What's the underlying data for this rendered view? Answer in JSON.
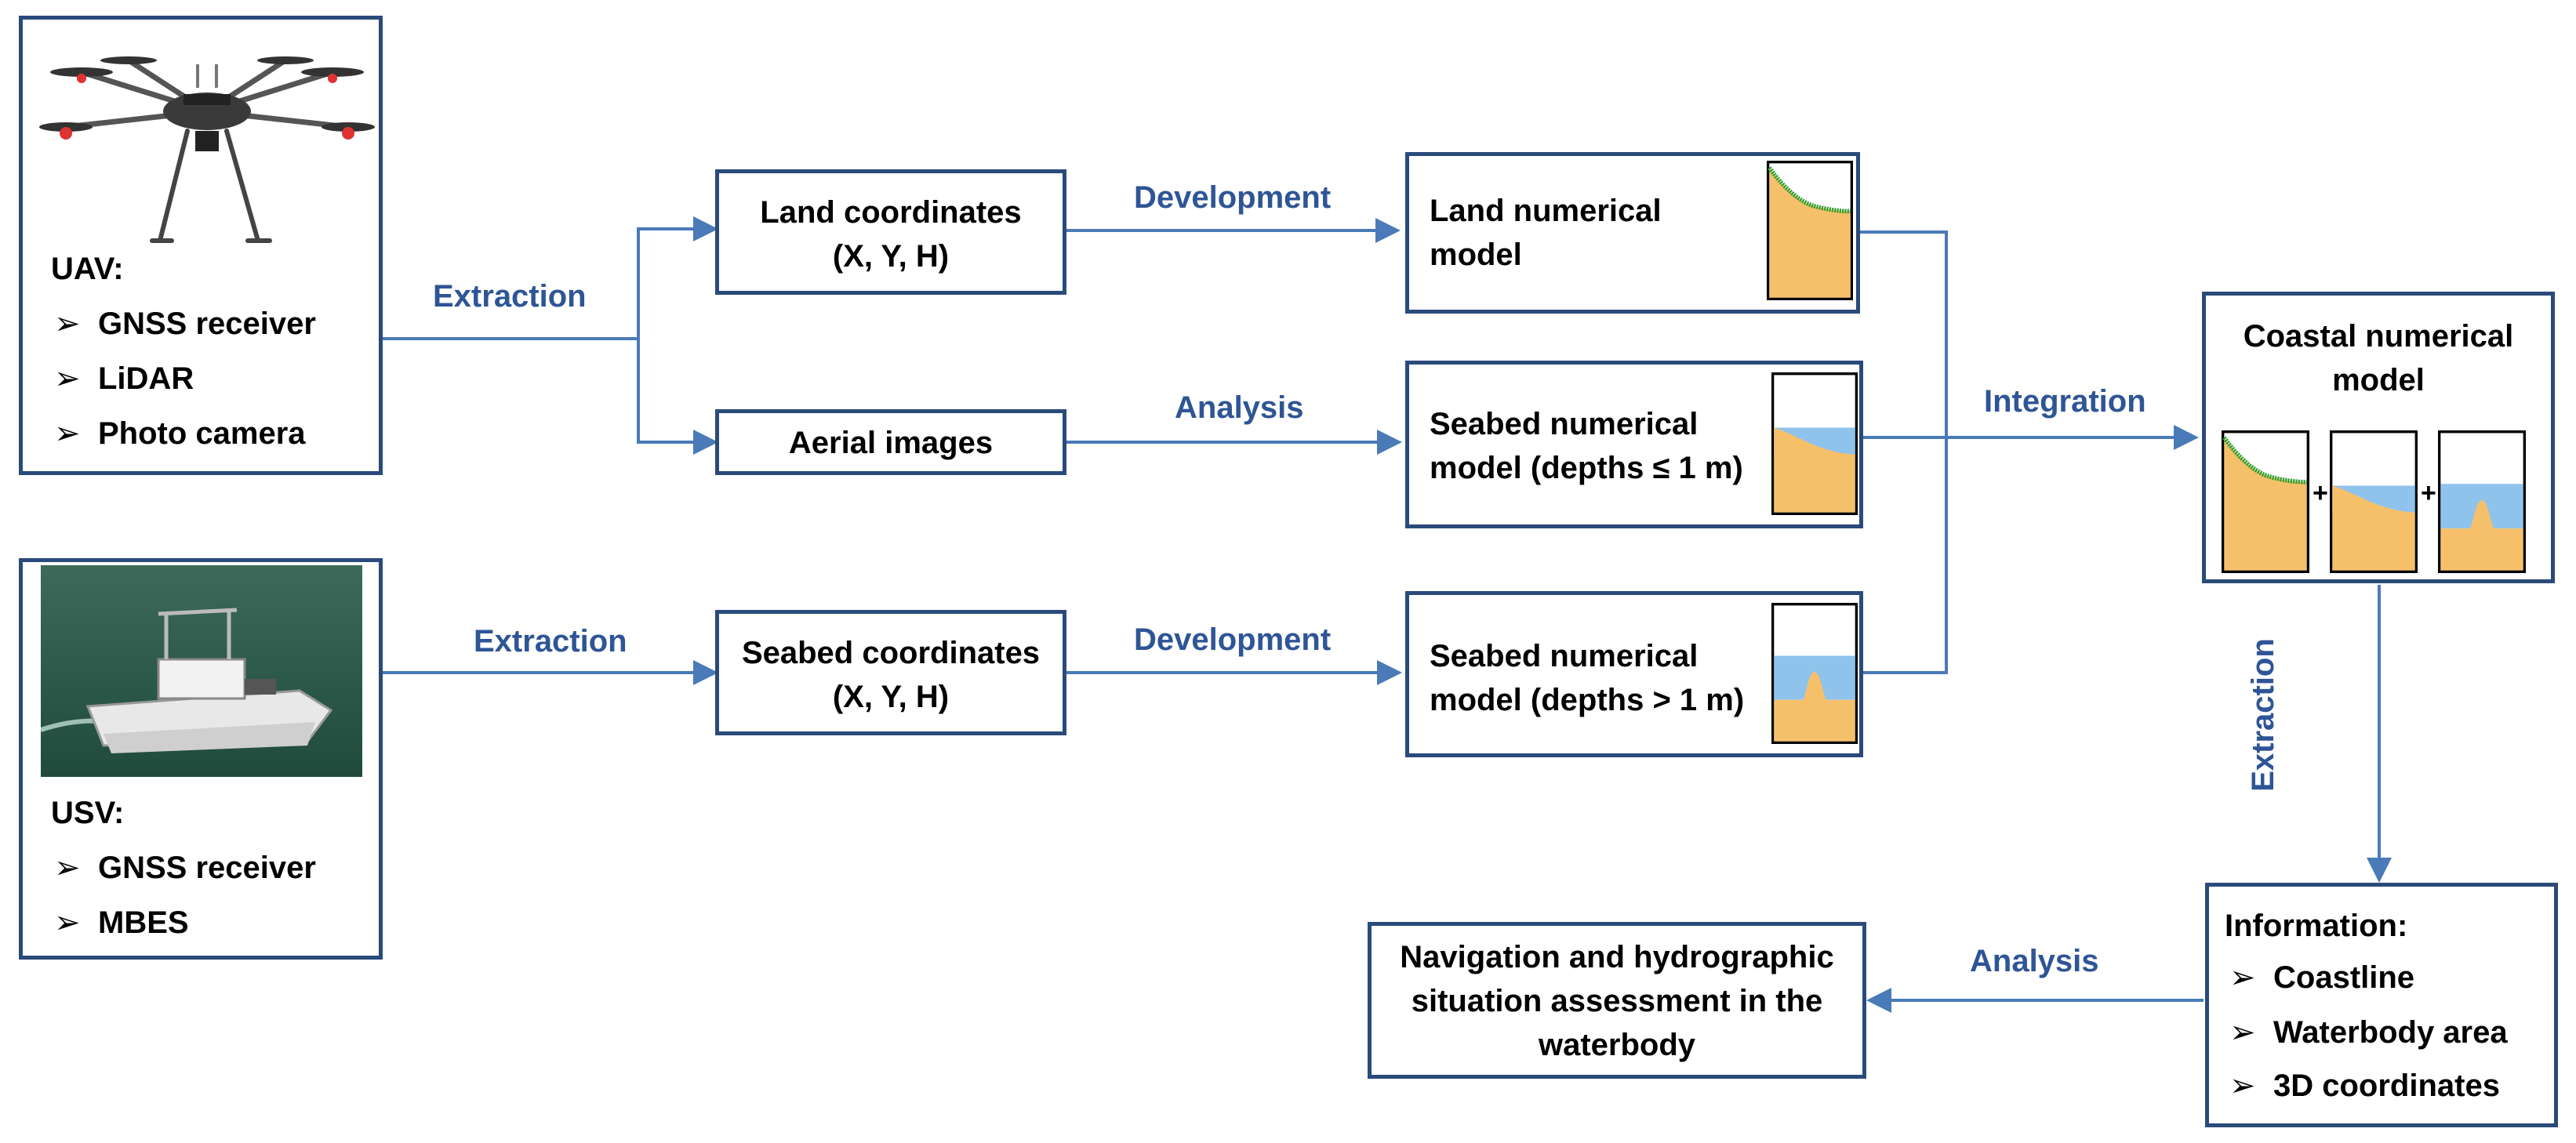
{
  "uav": {
    "title": "UAV:",
    "items": [
      "GNSS receiver",
      "LiDAR",
      "Photo camera"
    ]
  },
  "usv": {
    "title": "USV:",
    "items": [
      "GNSS receiver",
      "MBES"
    ]
  },
  "boxes": {
    "land_coordinates": [
      "Land coordinates",
      "(X, Y, H)"
    ],
    "aerial_images": "Aerial images",
    "seabed_coordinates": [
      "Seabed coordinates",
      "(X, Y, H)"
    ],
    "land_model": [
      "Land numerical",
      "model"
    ],
    "seabed_model_shallow": [
      "Seabed numerical",
      "model (depths ≤ 1 m)"
    ],
    "seabed_model_deep": [
      "Seabed numerical",
      "model (depths > 1 m)"
    ],
    "coastal_model": [
      "Coastal numerical",
      "model"
    ],
    "information": {
      "title": "Information:",
      "items": [
        "Coastline",
        "Waterbody area",
        "3D coordinates"
      ]
    },
    "navigation": [
      "Navigation and hydrographic",
      "situation assessment in the",
      "waterbody"
    ]
  },
  "labels": {
    "extraction_uav": "Extraction",
    "extraction_usv": "Extraction",
    "development_land": "Development",
    "analysis_aerial": "Analysis",
    "development_seabed": "Development",
    "integration": "Integration",
    "extraction_vertical": "Extraction",
    "analysis_info": "Analysis"
  },
  "plus_signs": [
    "+",
    "+"
  ],
  "colors": {
    "border": "#2a4a7a",
    "arrow": "#4a7ab8",
    "label": "#2e5596",
    "soil": "#f6c06a",
    "water": "#8fc3ec",
    "vegetation": "#2fa02f"
  }
}
